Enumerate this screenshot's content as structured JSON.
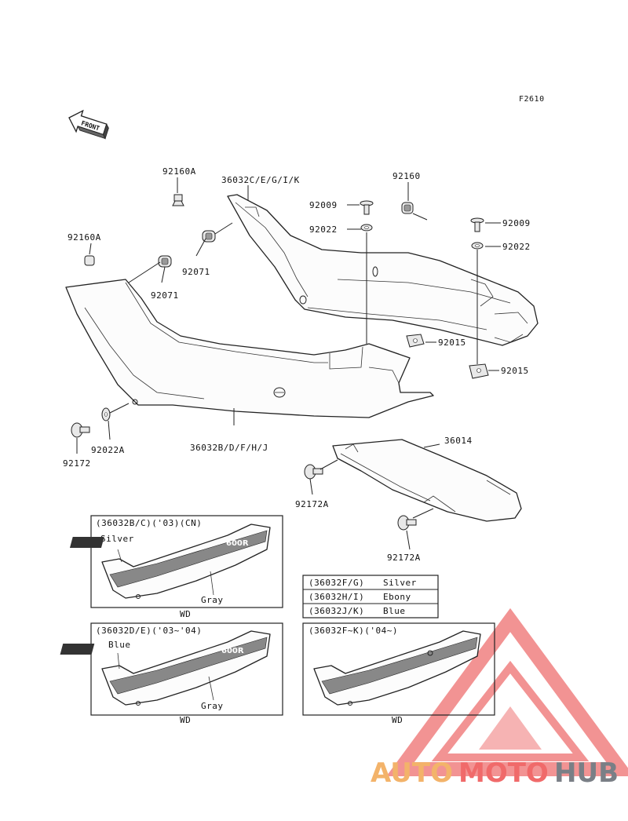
{
  "figure_code": "F2610",
  "front_label": "FRONT",
  "parts": {
    "p92160A_top": "92160A",
    "p36032C": "36032C/E/G/I/K",
    "p92160": "92160",
    "p92009_a": "92009",
    "p92022_a": "92022",
    "p92009_b": "92009",
    "p92022_b": "92022",
    "p92160A_left": "92160A",
    "p92071_a": "92071",
    "p92071_b": "92071",
    "p92015_a": "92015",
    "p92015_b": "92015",
    "p36032B": "36032B/D/F/H/J",
    "p92172": "92172",
    "p92022A": "92022A",
    "p36014": "36014",
    "p92172A_a": "92172A",
    "p92172A_b": "92172A"
  },
  "box1": {
    "title": "(36032B/C)('03)(CN)",
    "color1": "Silver",
    "color2": "Gray",
    "footer": "WD"
  },
  "box2": {
    "title": "(36032D/E)('03~'04)",
    "color1": "Blue",
    "color2": "Gray",
    "footer": "WD"
  },
  "box3": {
    "title": "(36032F~K)('04~)",
    "footer": "WD"
  },
  "decal_text": "600R",
  "color_table": [
    {
      "code": "(36032F/G)",
      "color": "Silver"
    },
    {
      "code": "(36032H/I)",
      "color": "Ebony"
    },
    {
      "code": "(36032J/K)",
      "color": "Blue"
    }
  ],
  "watermark": {
    "part1": "AUTO",
    "part2": "MOTO",
    "part3": "HUB",
    "triangle_color": "#f08080"
  }
}
